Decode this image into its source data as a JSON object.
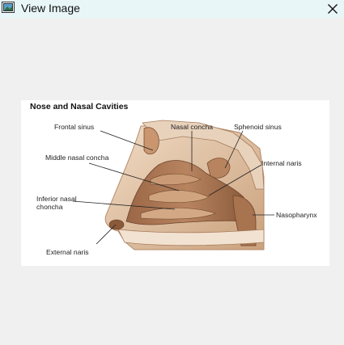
{
  "window": {
    "title": "View Image",
    "close_icon": "close-icon",
    "app_icon": "image-app-icon"
  },
  "figure": {
    "title": "Nose and Nasal Cavities",
    "labels": {
      "frontal_sinus": "Frontal sinus",
      "nasal_concha": "Nasal concha",
      "sphenoid_sinus": "Sphenoid sinus",
      "middle_nasal_concha": "Middle nasal concha",
      "internal_naris": "Internal naris",
      "inferior_line1": "Inferior nasal",
      "inferior_line2": "choncha",
      "nasopharynx": "Nasopharynx",
      "external_naris": "External naris"
    },
    "colors": {
      "tissue_dark": "#8a5a3a",
      "tissue_mid": "#b78763",
      "tissue_light": "#e2c4aa",
      "tissue_pale": "#f3e3d3"
    }
  }
}
